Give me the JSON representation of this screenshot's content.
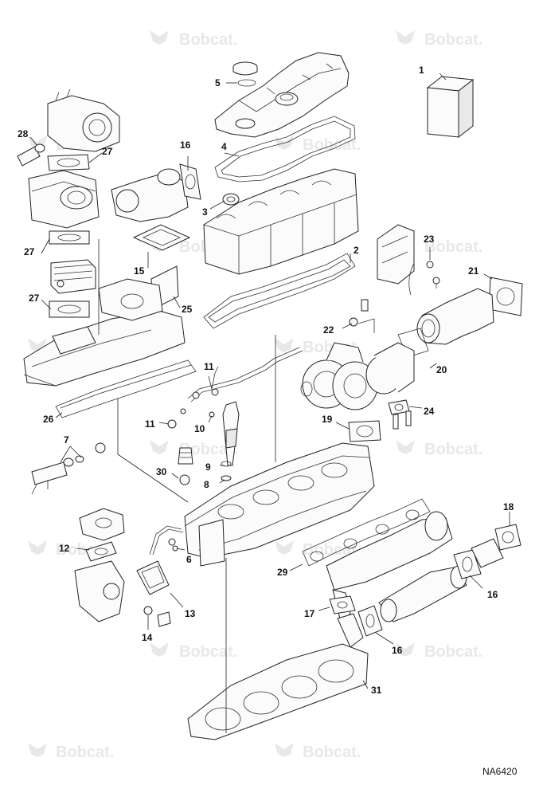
{
  "watermark": {
    "text": "Bobcat."
  },
  "document_id": "NA6420",
  "callouts": {
    "c1": "1",
    "c2": "2",
    "c3": "3",
    "c4": "4",
    "c5": "5",
    "c6": "6",
    "c7": "7",
    "c8": "8",
    "c9": "9",
    "c10": "10",
    "c11a": "11",
    "c11b": "11",
    "c12": "12",
    "c13": "13",
    "c14": "14",
    "c15": "15",
    "c16a": "16",
    "c16b": "16",
    "c16c": "16",
    "c17": "17",
    "c18": "18",
    "c19": "19",
    "c20": "20",
    "c21": "21",
    "c22": "22",
    "c23": "23",
    "c24": "24",
    "c25": "25",
    "c26": "26",
    "c27a": "27",
    "c27b": "27",
    "c27c": "27",
    "c28": "28",
    "c29": "29",
    "c30": "30",
    "c31": "31"
  },
  "colors": {
    "line": "#222222",
    "watermark": "#e8e8e8",
    "background": "#ffffff"
  }
}
